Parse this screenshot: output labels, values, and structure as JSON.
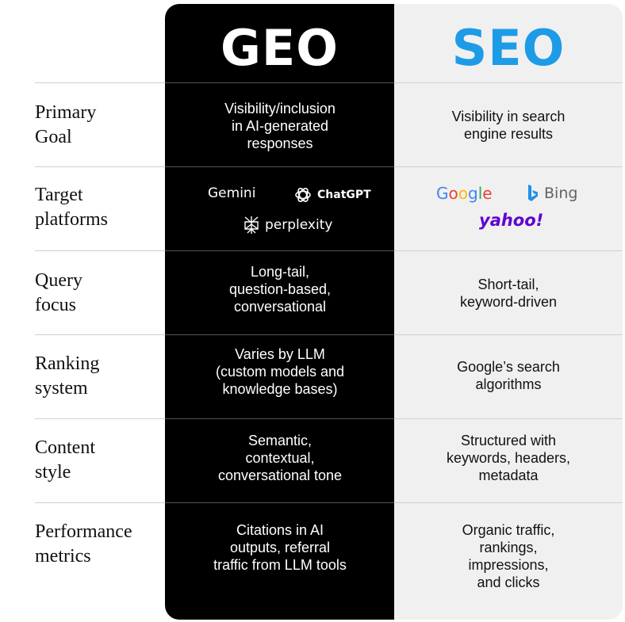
{
  "header": {
    "geo": "GEO",
    "seo": "SEO"
  },
  "colors": {
    "geo_bg": "#000000",
    "seo_bg": "#f0f0f0",
    "seo_title": "#1e9be6"
  },
  "rows": [
    {
      "label": "Primary\nGoal",
      "geo": "Visibility/inclusion\nin AI-generated\nresponses",
      "seo": "Visibility in search\nengine results"
    },
    {
      "label": "Target\nplatforms",
      "geo_logos": [
        "Gemini",
        "ChatGPT",
        "perplexity"
      ],
      "seo_logos": [
        "Google",
        "Bing",
        "yahoo!"
      ]
    },
    {
      "label": "Query\nfocus",
      "geo": "Long-tail,\nquestion-based,\nconversational",
      "seo": "Short-tail,\nkeyword-driven"
    },
    {
      "label": "Ranking\nsystem",
      "geo": "Varies by LLM\n(custom models and\nknowledge bases)",
      "seo": "Google’s search\nalgorithms"
    },
    {
      "label": "Content\nstyle",
      "geo": "Semantic,\ncontextual,\nconversational tone",
      "seo": "Structured with\nkeywords, headers,\nmetadata"
    },
    {
      "label": "Performance\nmetrics",
      "geo": "Citations in AI\noutputs, referral\ntraffic from LLM tools",
      "seo": "Organic traffic,\nrankings,\nimpressions,\nand clicks"
    }
  ]
}
